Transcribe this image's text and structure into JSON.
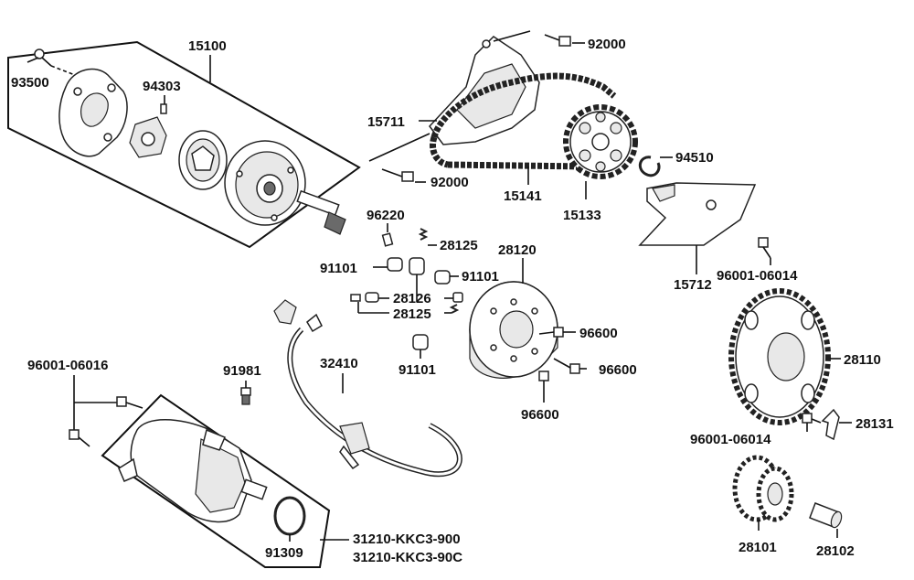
{
  "labels": {
    "p15100": "15100",
    "p93500": "93500",
    "p94303": "94303",
    "p92000_top": "92000",
    "p15711": "15711",
    "p94510": "94510",
    "p92000_mid": "92000",
    "p15141": "15141",
    "p15133": "15133",
    "p96220": "96220",
    "p28125_a": "28125",
    "p28120": "28120",
    "p91101_a": "91101",
    "p91101_b": "91101",
    "p28126": "28126",
    "p28125_b": "28125",
    "p15712": "15712",
    "p96001_06014_a": "96001-06014",
    "p96600_a": "96600",
    "p96600_b": "96600",
    "p96600_c": "96600",
    "p91101_c": "91101",
    "p96001_06016": "96001-06016",
    "p91981": "91981",
    "p32410": "32410",
    "p28110": "28110",
    "p28131": "28131",
    "p96001_06014_b": "96001-06014",
    "p91309": "91309",
    "p31210_900": "31210-KKC3-900",
    "p31210_90c": "31210-KKC3-90C",
    "p28101": "28101",
    "p28102": "28102"
  },
  "icons": [
    "oil-pump-body",
    "pump-cover",
    "pump-rotor",
    "pump-drive-shaft",
    "chain-guide",
    "drive-chain",
    "sprocket",
    "circlip",
    "chain-tensioner-plate",
    "starter-clutch",
    "rear-sprocket",
    "starter-motor",
    "o-ring",
    "starter-cable",
    "gear-pair",
    "bushing"
  ]
}
